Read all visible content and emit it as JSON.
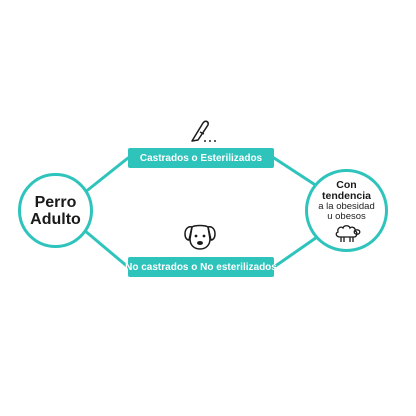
{
  "diagram": {
    "accent_color": "#2ec4bc",
    "left_node": {
      "line1": "Perro",
      "line2": "Adulto"
    },
    "right_node": {
      "line1": "Con",
      "line2": "tendencia",
      "line3": "a la obesidad",
      "line4": "u obesos",
      "icon": "sheep-icon"
    },
    "top_label": "Castrados o Esterilizados",
    "top_icon": "scalpel-icon",
    "bottom_label": "No castrados o No esterilizados",
    "bottom_icon": "dog-face-icon"
  }
}
